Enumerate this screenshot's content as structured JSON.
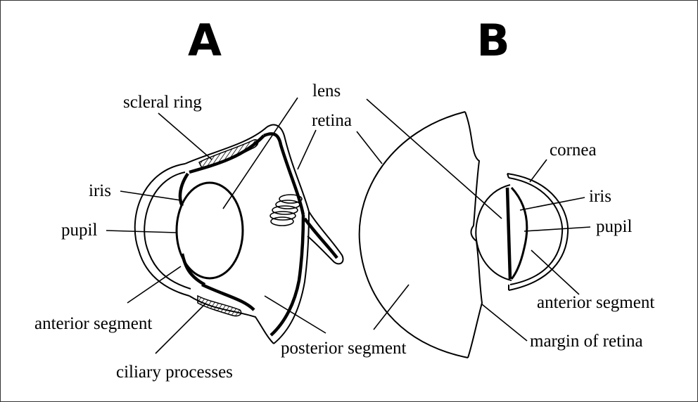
{
  "panels": {
    "a": "A",
    "b": "B"
  },
  "labels_a": {
    "scleral_ring": "scleral ring",
    "lens": "lens",
    "retina": "retina",
    "iris": "iris",
    "pupil": "pupil",
    "anterior_segment": "anterior segment",
    "ciliary_processes": "ciliary processes",
    "posterior_segment": "posterior segment"
  },
  "labels_b": {
    "cornea": "cornea",
    "iris": "iris",
    "pupil": "pupil",
    "anterior_segment": "anterior segment",
    "margin_of_retina": "margin of retina"
  }
}
